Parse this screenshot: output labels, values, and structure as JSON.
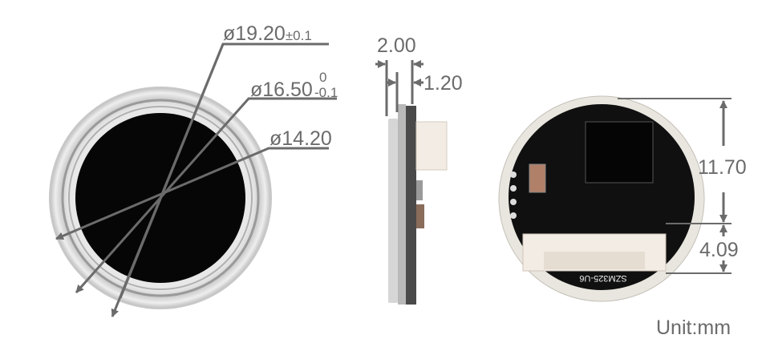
{
  "front_view": {
    "outer_diameter": {
      "value": "ø19.20",
      "tolerance": "±0.1"
    },
    "middle_diameter": {
      "value": "ø16.50",
      "tolerance_upper": "0",
      "tolerance_lower": "-0.1"
    },
    "inner_diameter": {
      "value": "ø14.20"
    }
  },
  "side_view": {
    "total_thickness": "2.00",
    "ring_thickness": "1.20"
  },
  "back_view": {
    "pcb_label": "SZM325-U6",
    "upper_height": "11.70",
    "connector_height": "4.09"
  },
  "unit_label": "Unit:mm",
  "colors": {
    "dimension": "#6b6b6b",
    "sensor": "#050505",
    "pcb": "#111111",
    "connector": "#f3ece4"
  }
}
